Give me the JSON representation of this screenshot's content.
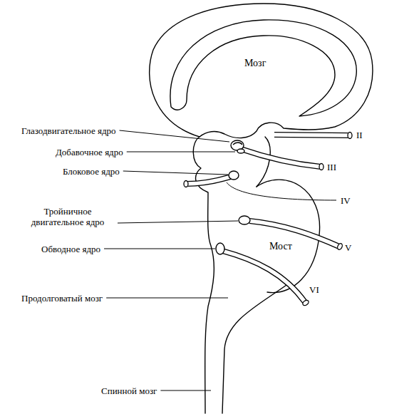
{
  "diagram": {
    "labels": [
      "Мозг",
      "Глазодвигательное ядро",
      "II",
      "Добавочное ядро",
      "III",
      "Блоковое ядро",
      "IV",
      "Тройничное двигательное ядро",
      "V",
      "Обводное ядро",
      "Мост",
      "VI",
      "Продолговатый мозг",
      "Спинной мозг"
    ]
  }
}
